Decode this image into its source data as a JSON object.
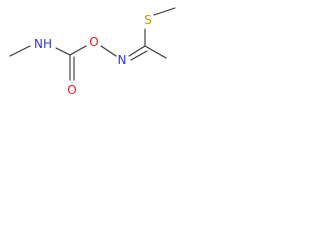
{
  "molecule": {
    "atoms": {
      "nh": {
        "label": "NH",
        "color": "#3333dd"
      },
      "o_carbonyl": {
        "label": "O",
        "color": "#dd2222"
      },
      "o_ether": {
        "label": "O",
        "color": "#dd2222"
      },
      "n_imine": {
        "label": "N",
        "color": "#3333dd"
      },
      "s": {
        "label": "S",
        "color": "#b8a000"
      }
    },
    "bond_color": "#333333"
  }
}
